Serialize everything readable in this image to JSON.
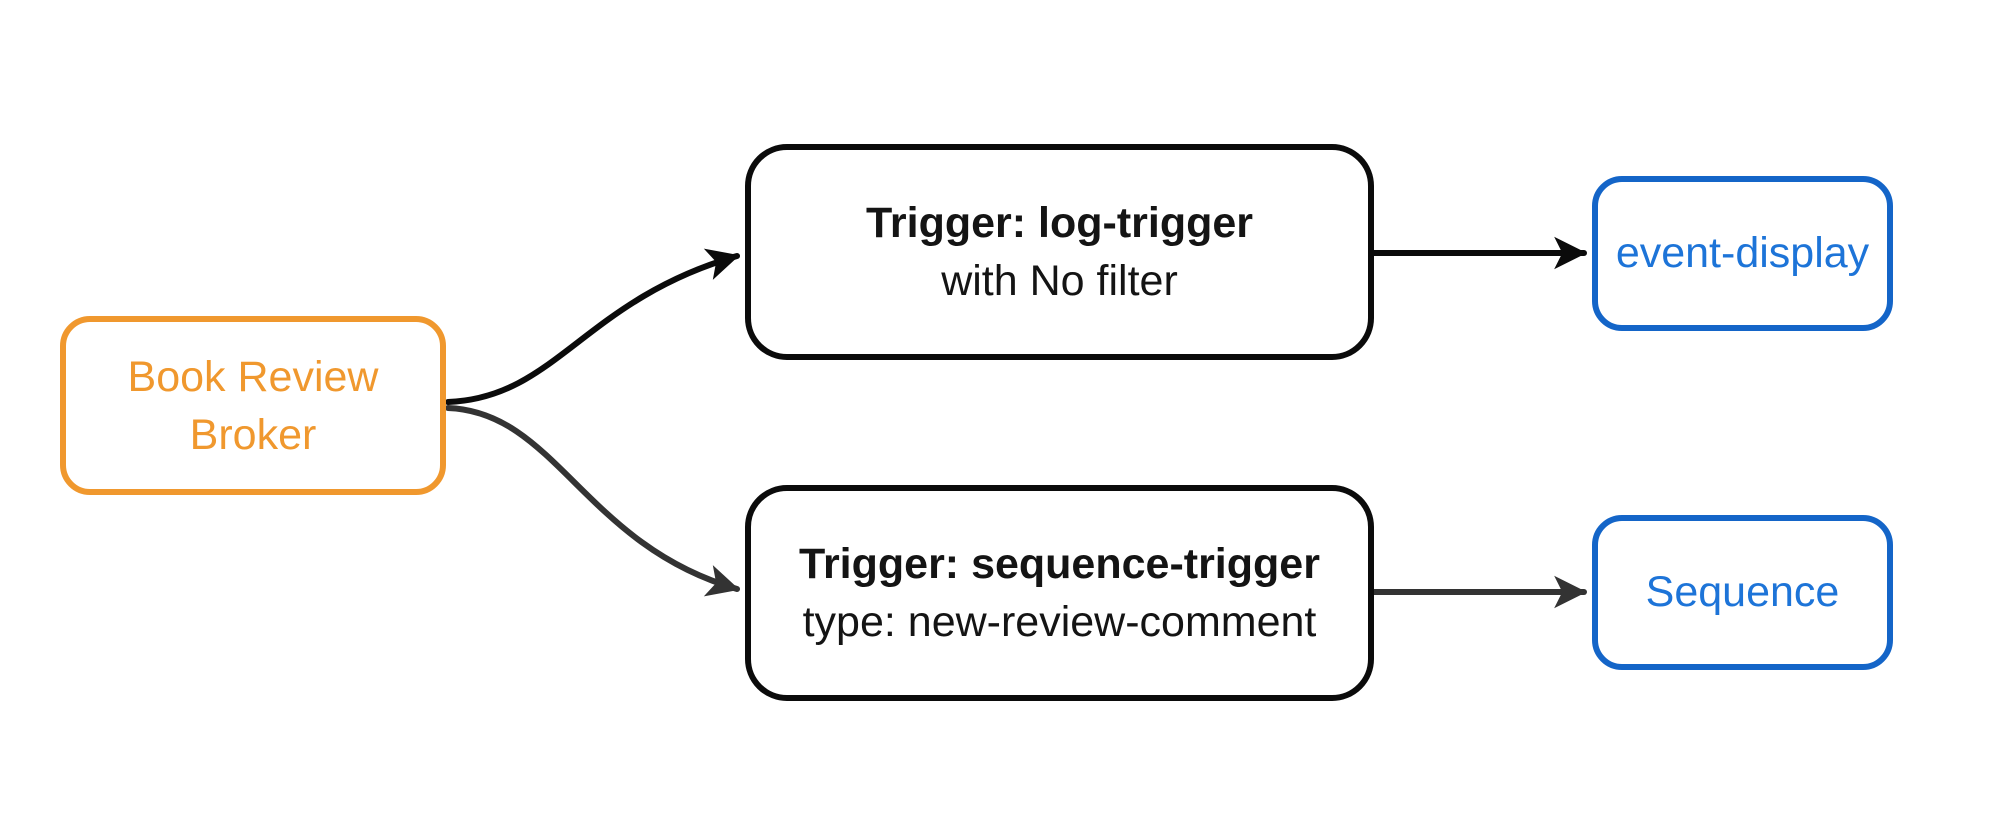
{
  "colors": {
    "background": "#ffffff",
    "broker_orange": "#F0982E",
    "trigger_border": "#0b0b0b",
    "trigger_text": "#141414",
    "sink_border": "#1465C8",
    "sink_text": "#1D74D8",
    "edge_dark": "#0b0b0b",
    "edge_gray": "#333333"
  },
  "nodes": {
    "broker": {
      "line1": "Book Review",
      "line2": "Broker"
    },
    "log_trigger": {
      "title": "Trigger: log-trigger",
      "subtitle": "with No filter"
    },
    "sequence_trigger": {
      "title": "Trigger: sequence-trigger",
      "subtitle": "type: new-review-comment"
    },
    "event_display": {
      "label": "event-display"
    },
    "sequence": {
      "label": "Sequence"
    }
  },
  "edges": [
    {
      "from": "broker",
      "to": "log_trigger"
    },
    {
      "from": "broker",
      "to": "sequence_trigger"
    },
    {
      "from": "log_trigger",
      "to": "event_display"
    },
    {
      "from": "sequence_trigger",
      "to": "sequence"
    }
  ]
}
